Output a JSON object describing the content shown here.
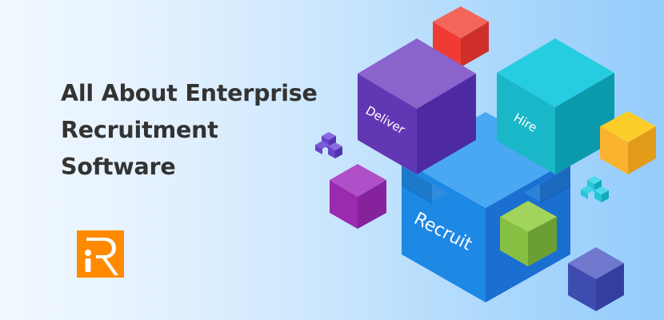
{
  "banner": {
    "title_lines": [
      "All About Enterprise",
      "Recruitment",
      "Software"
    ],
    "logo": {
      "icon": "ir-logo-icon",
      "text": "iR",
      "color": "#ff8a00"
    },
    "background": {
      "gradient_start": "#f1f8ff",
      "gradient_end": "#94ccfb"
    }
  },
  "illustration": {
    "cubes": [
      {
        "label": "Deliver",
        "color": "#5b32b0"
      },
      {
        "label": "Hire",
        "color": "#1fb8cc"
      },
      {
        "label": "Recruit",
        "color": "#1d7fdc"
      },
      {
        "label": "",
        "color": "#f04036",
        "name": "red-cube"
      },
      {
        "label": "",
        "color": "#fbb426",
        "name": "yellow-cube"
      },
      {
        "label": "",
        "color": "#8bc34a",
        "name": "green-cube"
      },
      {
        "label": "",
        "color": "#9c27b0",
        "name": "magenta-cube"
      },
      {
        "label": "",
        "color": "#3f51b5",
        "name": "indigo-cube"
      }
    ],
    "crosses": [
      {
        "color": "#5b3cc4",
        "name": "purple-cross"
      },
      {
        "color": "#26c6da",
        "name": "cyan-cross"
      }
    ]
  }
}
